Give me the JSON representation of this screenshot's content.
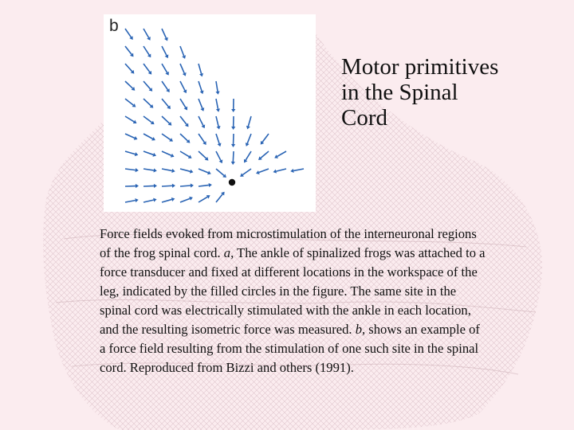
{
  "figure": {
    "panel_label": "b",
    "field_color": "#2a64b4"
  },
  "slide": {
    "title": "Motor primitives in the Spinal Cord",
    "caption_parts": [
      "Force fields evoked from microstimulation of the interneuronal regions of the frog spinal cord. ",
      "a",
      ", The ankle of spinalized frogs was attached to a force transducer and fixed at different locations in the workspace of the leg, indicated by the filled circles in the figure. The same site in the spinal cord was electrically stimulated with the ankle in each location, and the resulting isometric force was measured. ",
      "b",
      ", shows an example of a force field resulting from the stimulation of one such site in the spinal cord. Reproduced from Bizzi and others (1991)."
    ]
  },
  "background": {
    "color": "#fbecef",
    "mesh_color": "#c9a9b2"
  }
}
